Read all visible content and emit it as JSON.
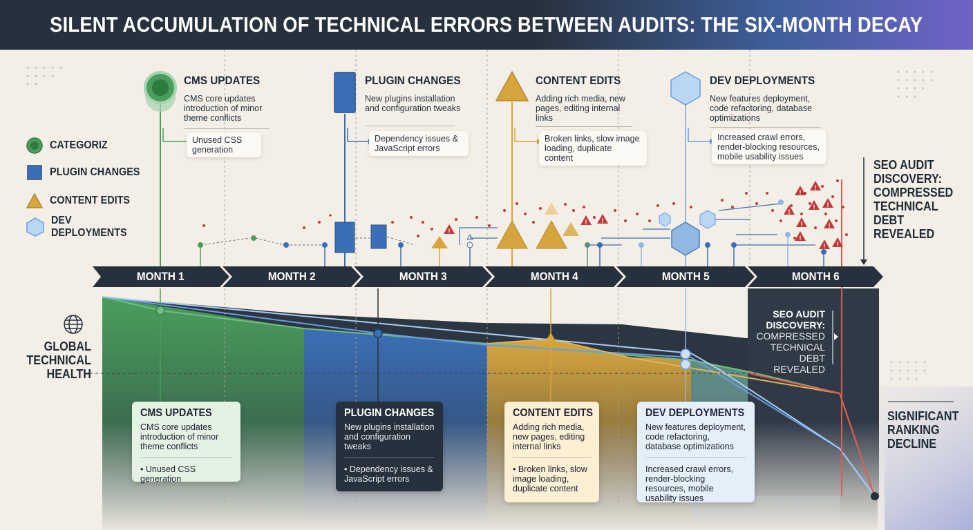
{
  "title": "SILENT ACCUMULATION OF TECHNICAL ERRORS BETWEEN AUDITS: THE SIX-MONTH DECAY",
  "colors": {
    "cms": "#4a9e5c",
    "plugin": "#3b6fb5",
    "content": "#d7a53e",
    "dev": "#8fb8e3",
    "error": "#c0393a",
    "dark": "#27313d"
  },
  "legend": [
    {
      "label": "CATEGORIZ",
      "icon": "circle-icon"
    },
    {
      "label": "PLUGIN CHANGES",
      "icon": "square-icon"
    },
    {
      "label": "CONTENT EDITS",
      "icon": "triangle-icon"
    },
    {
      "label": "DEV DEPLOYMENTS",
      "icon": "hexagon-icon"
    }
  ],
  "top_callouts": [
    {
      "heading": "CMS UPDATES",
      "desc": "CMS core updates introduction of minor theme conflicts",
      "effect": "Unused CSS generation"
    },
    {
      "heading": "PLUGIN CHANGES",
      "desc": "New plugins installation and configuration tweaks",
      "effect": "Dependency issues & JavaScript errors"
    },
    {
      "heading": "CONTENT EDITS",
      "desc": "Adding rich media, new pages, editing internal links",
      "effect": "Broken links, slow image loading, duplicate content"
    },
    {
      "heading": "DEV DEPLOYMENTS",
      "desc": "New features deployment, code refactoring, database optimizations",
      "effect": "Increased crawl errors, render-blocking resources, mobile usability issues"
    }
  ],
  "months": [
    "MONTH 1",
    "MONTH 2",
    "MONTH 3",
    "MONTH 4",
    "MONTH 5",
    "MONTH 6"
  ],
  "audit_label": "SEO AUDIT DISCOVERY: COMPRESSED TECHNICAL DEBT REVEALED",
  "audit_inner_heading": "SEO AUDIT DISCOVERY:",
  "audit_inner_body": "COMPRESSED TECHNICAL DEBT REVEALED",
  "health_label": "GLOBAL TECHNICAL HEALTH",
  "decline_label": "SIGNIFICANT RANKING DECLINE",
  "bottom_cards": [
    {
      "heading": "CMS UPDATES",
      "desc": "CMS core updates introduction of minor theme conflicts",
      "effect": "• Unused CSS generation"
    },
    {
      "heading": "PLUGIN CHANGES",
      "desc": "New plugins installation and configuration tweaks",
      "effect": "• Dependency issues & JavaScript errors"
    },
    {
      "heading": "CONTENT EDITS",
      "desc": "Adding rich media, new pages, editing internal links",
      "effect": "• Broken links, slow image loading, duplicate content"
    },
    {
      "heading": "DEV DEPLOYMENTS",
      "desc": "New features deployment, code refactoring, database optimizations",
      "effect": "Increased crawl errors, render-blocking resources, mobile usability issues"
    }
  ]
}
